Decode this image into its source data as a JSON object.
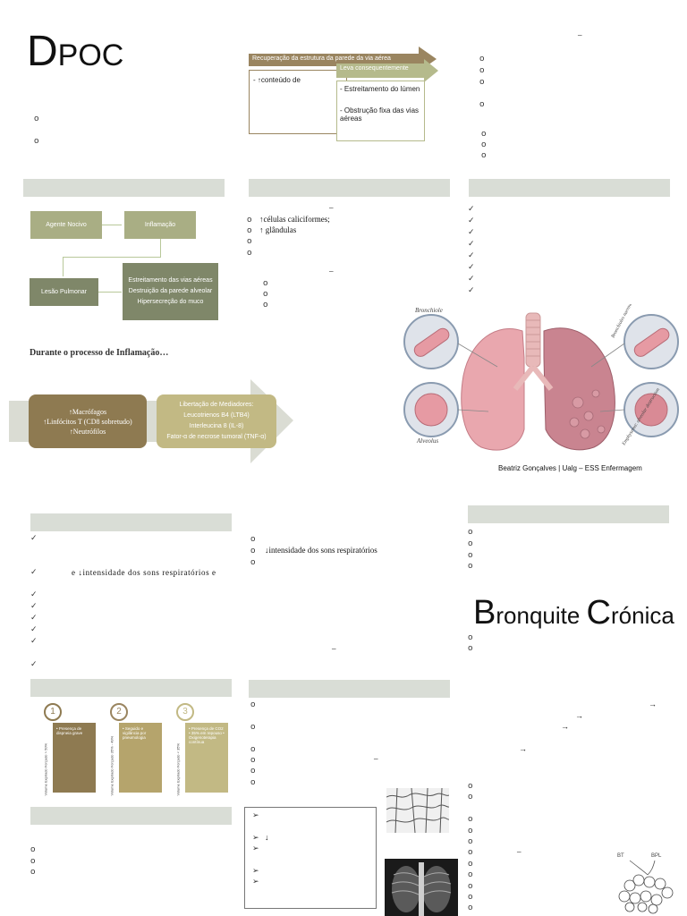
{
  "title": {
    "first": "D",
    "rest": "POC"
  },
  "top_diagram": {
    "arrow1": "Recuperação da estrutura da parede da via aérea",
    "arrow2": "Leva consequentemente",
    "left_text": "- ↑conteúdo de",
    "right_line1": "- Estreitamento do lúmen",
    "right_line2": "- Obstrução fixa das vias aéreas"
  },
  "dash_marks": [
    "–",
    "–",
    "–",
    "–",
    "–",
    "–"
  ],
  "flow": {
    "agente": "Agente Nocivo",
    "inflamacao": "Inflamação",
    "lesao": "Lesão Pulmonar",
    "result_lines": [
      "Estreitamento das vias aéreas",
      "Destruição da parede alveolar",
      "Hipersecreção do muco"
    ]
  },
  "inflammation_heading": "Durante o processo de Inflamação…",
  "cells_box": [
    "↑Macrófagos",
    "↑Linfócitos T (CD8 sobretudo)",
    "↑Neutrófilos"
  ],
  "mediators_box": [
    "Libertação de Mediadores:",
    "Leucotrienos B4 (LTB4)",
    "Interleucina 8 (IL-8)",
    "Fator-α de necrose tumoral (TNF-α)"
  ],
  "col2_list": {
    "line1": "↑células caliciformes;",
    "line2": "↑ glândulas"
  },
  "lung_labels": {
    "bronchiole": "Bronchiole",
    "alveolus": "Alveolus",
    "right_top": "Bronchioles narrowed and blocked with mucus",
    "right_bottom": "Emphysema: alveolar destruction"
  },
  "credit": "Beatriz Gonçalves | Ualg – ESS Enfermagem",
  "symptoms_line": "e ↓intensidade dos sons respiratórios e",
  "col2_mid_line": "↓intensidade dos sons respiratórios",
  "subtitle": {
    "b": "B",
    "ronquite": "ronquite ",
    "c": "C",
    "ronica": "rónica"
  },
  "stages": [
    {
      "num": "1",
      "side": "Volume Expirado Forçado > 50%",
      "text": "• Presença de dispneia grave"
    },
    {
      "num": "2",
      "side": "Volume Expirado Forçado 35% - 49%",
      "text": "• Seguido e vigilância por pneumologia"
    },
    {
      "num": "3",
      "side": "Volume Expirado Forçado < 35%",
      "text": "• Presença de CO2 • 35% em repouso • Oxigenoterapia contínua"
    }
  ],
  "arrow_glyph": "→",
  "diagram_labels": {
    "bt": "BT",
    "bpl": "BPL"
  },
  "down_glyph": "↓",
  "colors": {
    "bar": "#d9ddd6",
    "olive": "#a9ae84",
    "olive_dark": "#7f8769",
    "brown": "#8e7a51",
    "tan": "#c2b984"
  }
}
